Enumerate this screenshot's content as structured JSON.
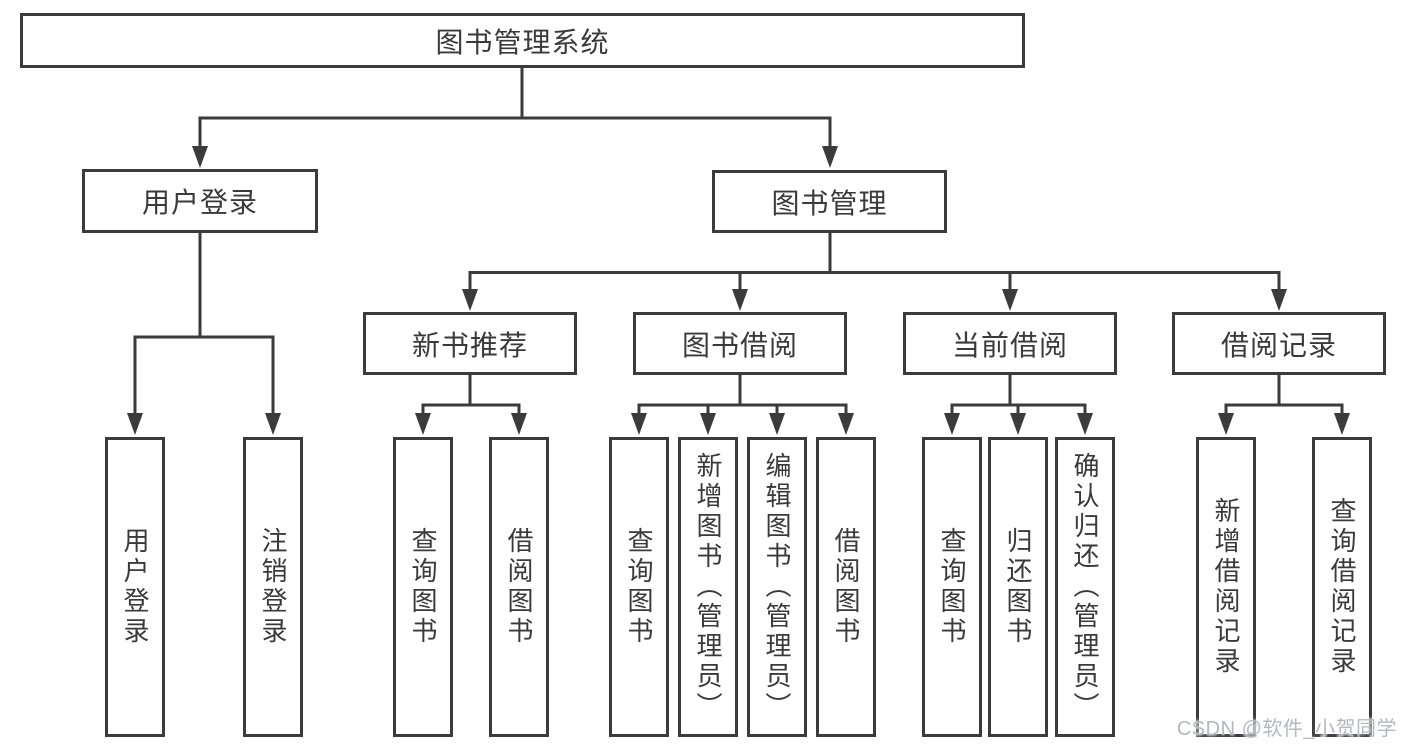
{
  "tree": {
    "label": "图书管理系统",
    "children": [
      {
        "label": "用户登录",
        "children": [
          {
            "label": "用户登录"
          },
          {
            "label": "注销登录"
          }
        ]
      },
      {
        "label": "图书管理",
        "children": [
          {
            "label": "新书推荐",
            "children": [
              {
                "label": "查询图书"
              },
              {
                "label": "借阅图书"
              }
            ]
          },
          {
            "label": "图书借阅",
            "children": [
              {
                "label": "查询图书"
              },
              {
                "label": "新增图书（管理员）"
              },
              {
                "label": "编辑图书（管理员）"
              },
              {
                "label": "借阅图书"
              }
            ]
          },
          {
            "label": "当前借阅",
            "children": [
              {
                "label": "查询图书"
              },
              {
                "label": "归还图书"
              },
              {
                "label": "确认归还（管理员）"
              }
            ]
          },
          {
            "label": "借阅记录",
            "children": [
              {
                "label": "新增借阅记录"
              },
              {
                "label": "查询借阅记录"
              }
            ]
          }
        ]
      }
    ]
  },
  "watermark": {
    "text": "CSDN @软件_小贺同学"
  },
  "colors": {
    "background": "#ffffff",
    "line": "#3b3b3b",
    "box_border": "#3b3b3b",
    "box_fill": "#ffffff",
    "text": "#3a3a3a",
    "watermark": "#b3b9c1"
  }
}
